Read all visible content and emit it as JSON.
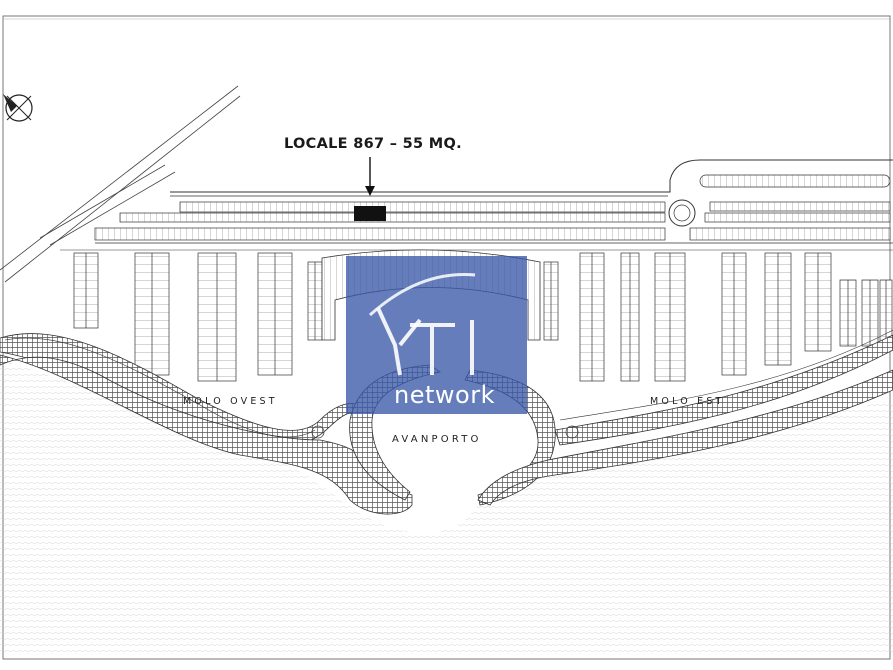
{
  "map": {
    "unit_label": "LOCALE 867 – 55 MQ.",
    "areas": {
      "molo_ovest": "MOLO OVEST",
      "molo_est": "MOLO EST",
      "avanporto": "AVANPORTO"
    },
    "highlight_color": "#111111",
    "watermark": {
      "text": "network",
      "logo_mark": "TI",
      "color": "#3a5aa8"
    },
    "compass": "north-arrow-icon"
  }
}
